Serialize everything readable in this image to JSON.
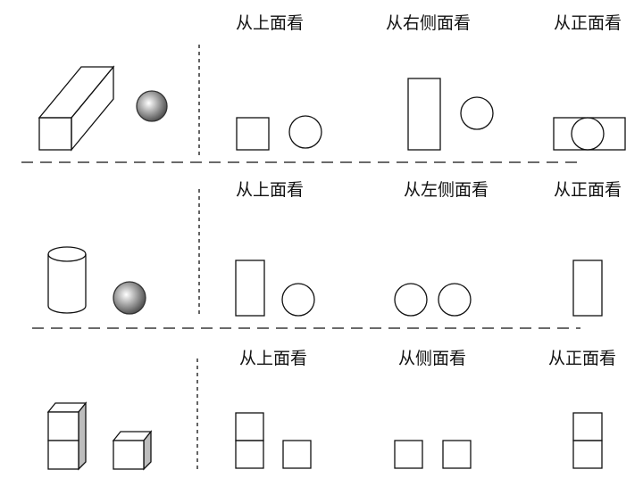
{
  "rows": [
    {
      "labels": {
        "top": "从上面看",
        "side": "从右侧面看",
        "front": "从正面看"
      }
    },
    {
      "labels": {
        "top": "从上面看",
        "side": "从左侧面看",
        "front": "从正面看"
      }
    },
    {
      "labels": {
        "top": "从上面看",
        "side": "从侧面看",
        "front": "从正面看"
      }
    }
  ],
  "colors": {
    "stroke": "#111111",
    "cube_side_gray": "#bdbdbd",
    "sphere_light": "#ffffff",
    "sphere_dark": "#555555"
  }
}
